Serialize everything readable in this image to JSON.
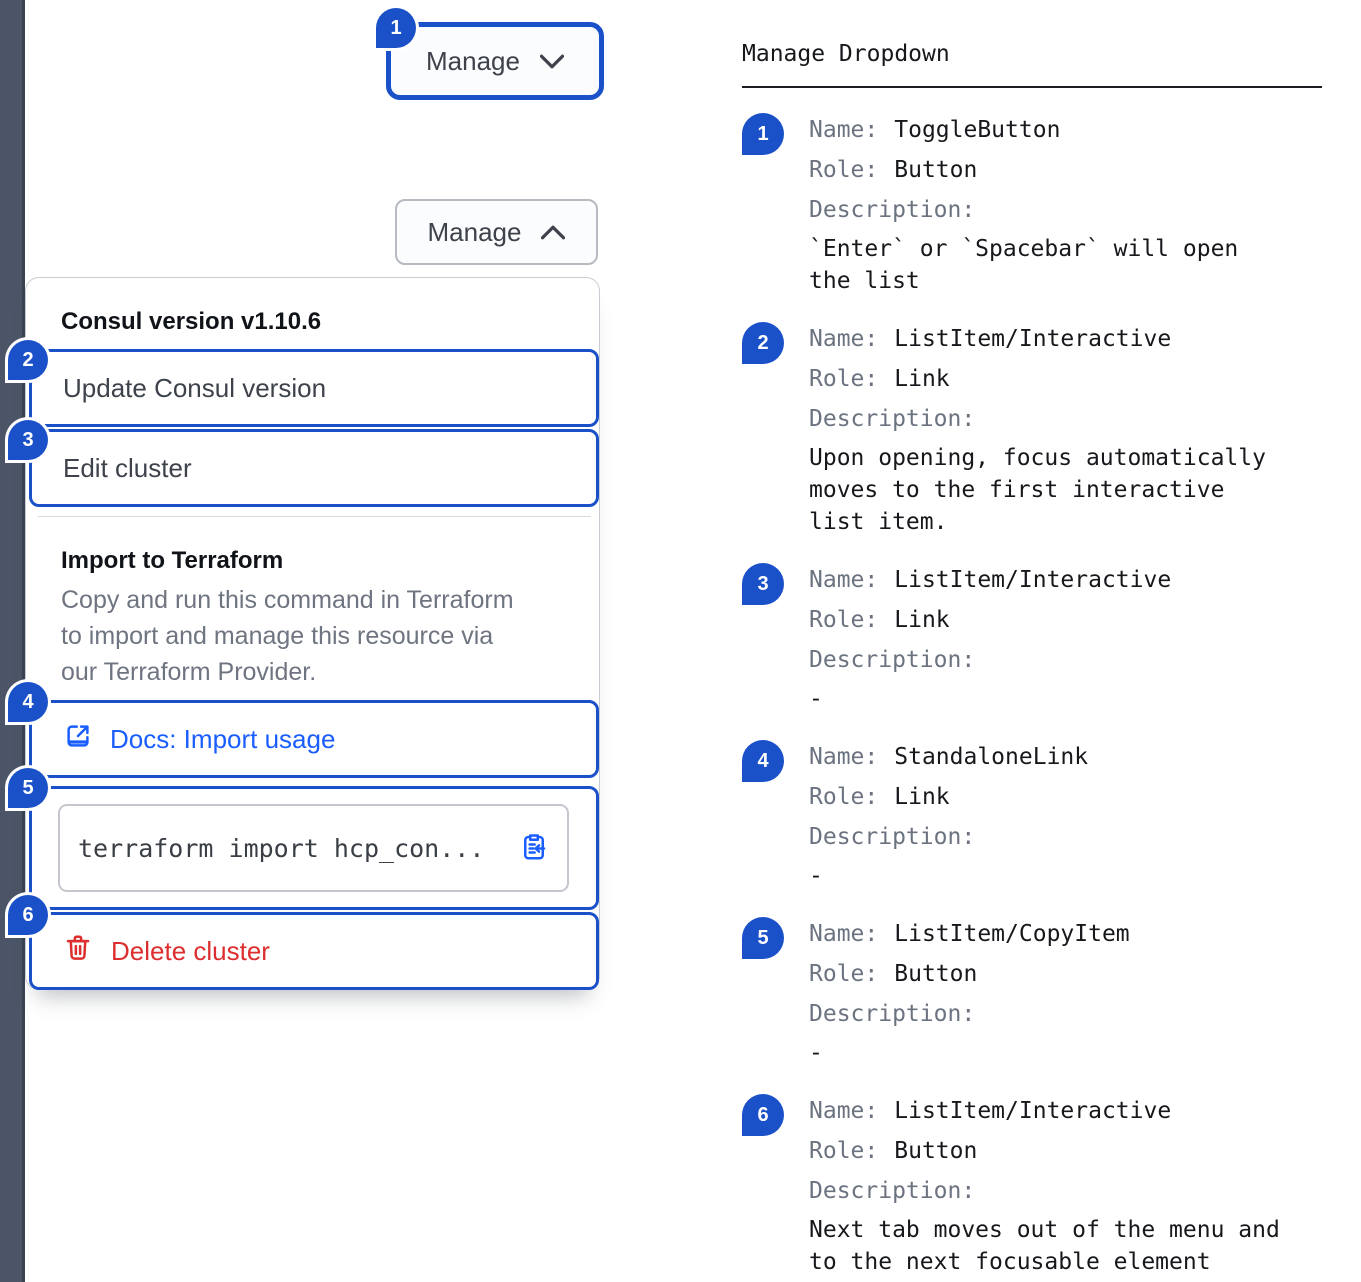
{
  "colors": {
    "accent_blue": "#1b51c8",
    "link_blue": "#1a5eff",
    "danger_red": "#dc2e2e",
    "sidebar_strip": "#4b5567"
  },
  "icons": {
    "toggle_closed": "chevron-down-icon",
    "toggle_open": "chevron-up-icon",
    "docs_link": "external-link-icon",
    "copy": "clipboard-copy-icon",
    "delete": "trash-icon"
  },
  "left": {
    "toggle_closed": {
      "badge": "1",
      "label": "Manage"
    },
    "toggle_open": {
      "label": "Manage"
    },
    "dropdown": {
      "version_header": "Consul version v1.10.6",
      "items": [
        {
          "badge": "2",
          "label": "Update Consul version"
        },
        {
          "badge": "3",
          "label": "Edit cluster"
        }
      ],
      "import_header": "Import to Terraform",
      "import_description": "Copy and run this command in Terraform\nto import and manage this resource via\nour Terraform Provider.",
      "docs_link": {
        "badge": "4",
        "label": "Docs: Import usage"
      },
      "copy_item": {
        "badge": "5",
        "code": "terraform import hcp_con..."
      },
      "delete_item": {
        "badge": "6",
        "label": "Delete cluster"
      }
    }
  },
  "right": {
    "title": "Manage Dropdown",
    "labels": {
      "name": "Name:",
      "role": "Role:",
      "description": "Description:"
    },
    "entries": [
      {
        "badge": "1",
        "name": "ToggleButton",
        "role": "Button",
        "description": "`Enter` or `Spacebar` will open\nthe list"
      },
      {
        "badge": "2",
        "name": "ListItem/Interactive",
        "role": "Link",
        "description": "Upon opening, focus automatically\nmoves to the first interactive\nlist item."
      },
      {
        "badge": "3",
        "name": "ListItem/Interactive",
        "role": "Link",
        "description": "-"
      },
      {
        "badge": "4",
        "name": "StandaloneLink",
        "role": "Link",
        "description": "-"
      },
      {
        "badge": "5",
        "name": "ListItem/CopyItem",
        "role": "Button",
        "description": "-"
      },
      {
        "badge": "6",
        "name": "ListItem/Interactive",
        "role": "Button",
        "description": "Next tab moves out of the menu and\nto the next focusable element"
      }
    ]
  }
}
